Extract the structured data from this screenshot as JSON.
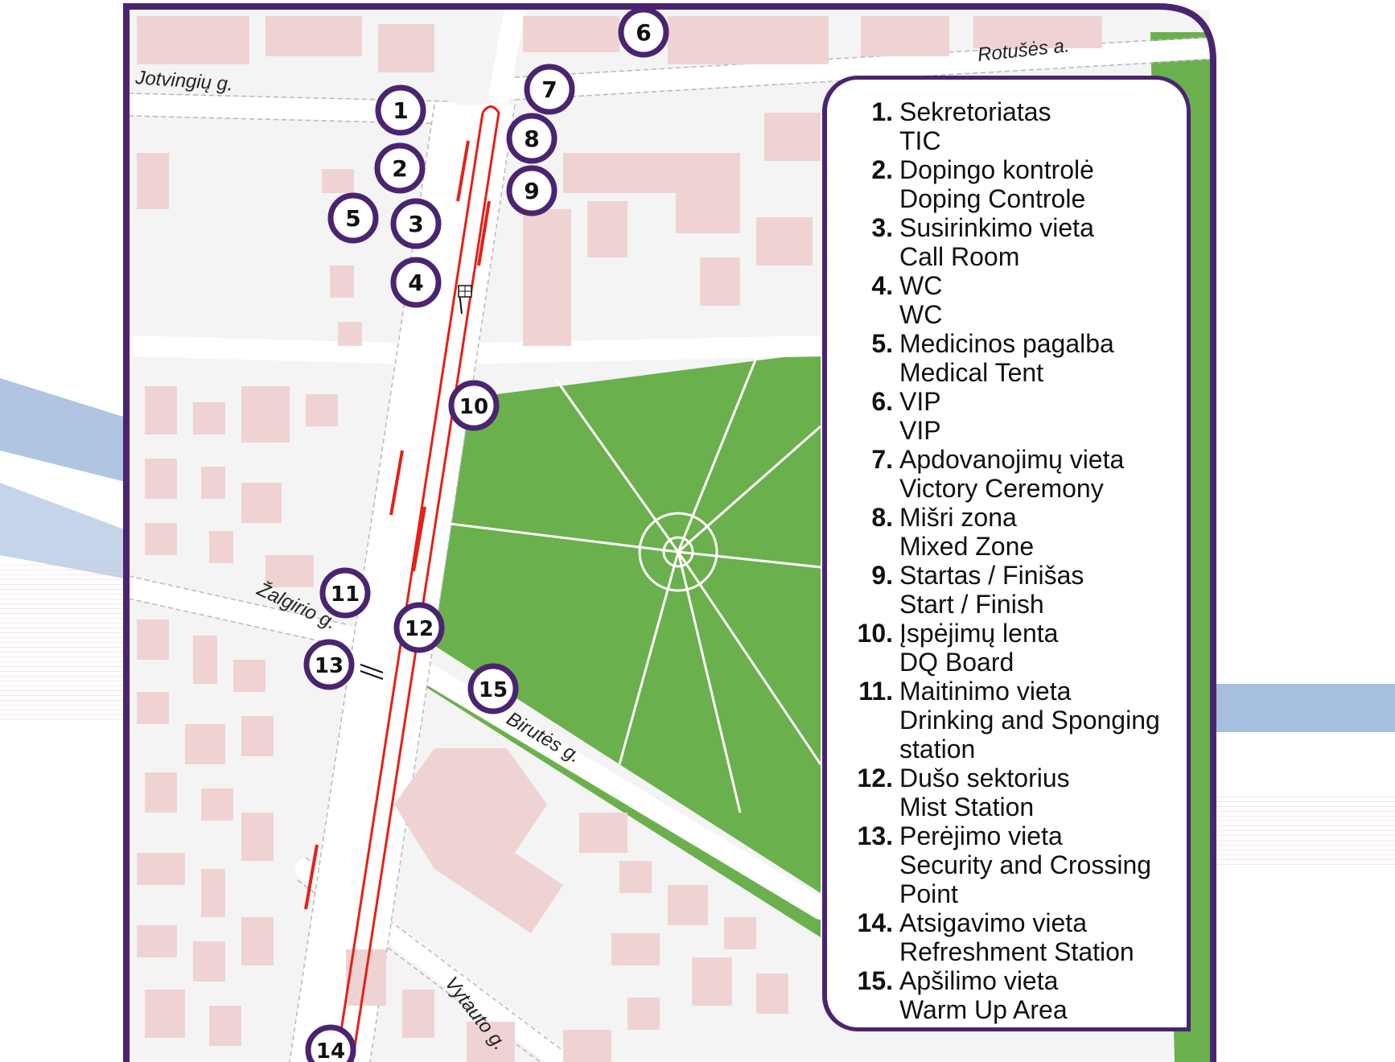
{
  "colors": {
    "frame": "#4a2470",
    "route": "#e32119",
    "park": "#6ab04c",
    "building": "#efd3d2",
    "path": "#ffffff",
    "road_edge": "#b9b9b9",
    "river": "#6d95c9"
  },
  "streets": {
    "jotvingiu": "Jotvingių g.",
    "rotuses": "Rotušės a.",
    "zalgirio": "Žalgirio g.",
    "birutes": "Birutės g.",
    "vytauto": "Vytauto g."
  },
  "markers": [
    {
      "id": "1",
      "label": "1"
    },
    {
      "id": "2",
      "label": "2"
    },
    {
      "id": "3",
      "label": "3"
    },
    {
      "id": "4",
      "label": "4"
    },
    {
      "id": "5",
      "label": "5"
    },
    {
      "id": "6",
      "label": "6"
    },
    {
      "id": "7",
      "label": "7"
    },
    {
      "id": "8",
      "label": "8"
    },
    {
      "id": "9",
      "label": "9"
    },
    {
      "id": "10",
      "label": "10"
    },
    {
      "id": "11",
      "label": "11"
    },
    {
      "id": "12",
      "label": "12"
    },
    {
      "id": "13",
      "label": "13"
    },
    {
      "id": "14",
      "label": "14"
    },
    {
      "id": "15",
      "label": "15"
    }
  ],
  "legend": [
    {
      "num": "1.",
      "lt": "Sekretoriatas",
      "en": "TIC"
    },
    {
      "num": "2.",
      "lt": "Dopingo kontrolė",
      "en": "Doping Controle"
    },
    {
      "num": "3.",
      "lt": "Susirinkimo vieta",
      "en": "Call Room"
    },
    {
      "num": "4.",
      "lt": "WC",
      "en": "WC"
    },
    {
      "num": "5.",
      "lt": "Medicinos pagalba",
      "en": "Medical Tent"
    },
    {
      "num": "6.",
      "lt": "VIP",
      "en": "VIP"
    },
    {
      "num": "7.",
      "lt": "Apdovanojimų vieta",
      "en": "Victory Ceremony"
    },
    {
      "num": "8.",
      "lt": "Mišri zona",
      "en": "Mixed Zone"
    },
    {
      "num": "9.",
      "lt": "Startas / Finišas",
      "en": "Start / Finish"
    },
    {
      "num": "10.",
      "lt": "Įspėjimų lenta",
      "en": "DQ Board"
    },
    {
      "num": "11.",
      "lt": "Maitinimo vieta",
      "en": "Drinking and Sponging",
      "en2": "station"
    },
    {
      "num": "12.",
      "lt": "Dušo sektorius",
      "en": "Mist Station"
    },
    {
      "num": "13.",
      "lt": "Perėjimo vieta",
      "en": "Security and Crossing",
      "en2": "Point"
    },
    {
      "num": "14.",
      "lt": "Atsigavimo vieta",
      "en": "Refreshment Station"
    },
    {
      "num": "15.",
      "lt": "Apšilimo vieta",
      "en": "Warm Up Area"
    }
  ]
}
